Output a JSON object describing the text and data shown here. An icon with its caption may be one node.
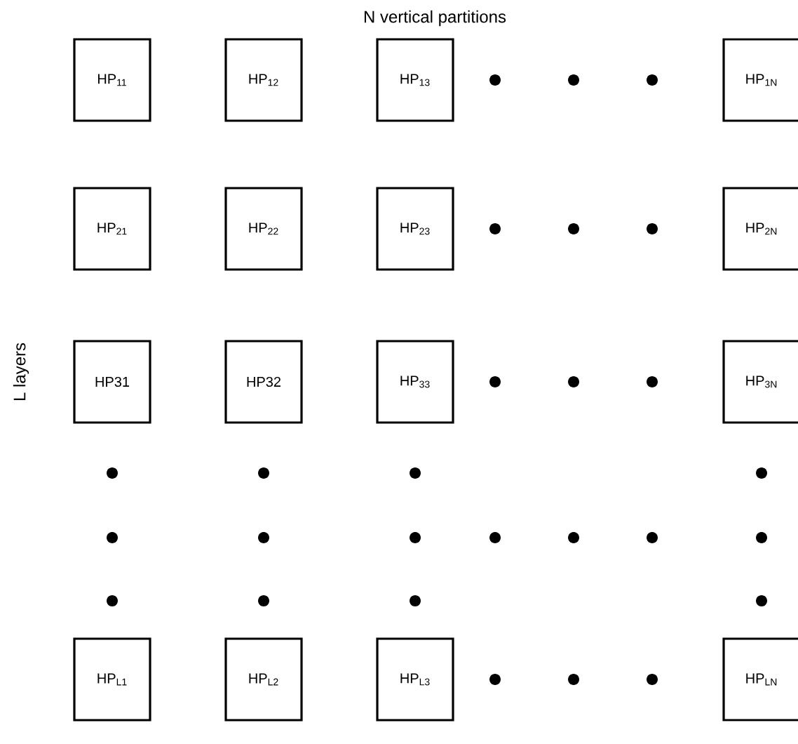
{
  "diagram": {
    "title": "N vertical partitions",
    "nodes": [
      {
        "text": [
          "HP$_{11}$"
        ]
      },
      {
        "text": [
          "HP$_{12}$"
        ]
      },
      {
        "text": [
          "HP$_{13}$"
        ]
      },
      {
        "text": [
          "HP$_{1N}$"
        ]
      },
      {
        "text": [
          "HP$_{21}$"
        ]
      },
      {
        "text": [
          "HP$_{22}$"
        ]
      },
      {
        "text": [
          "HP$_{23}$"
        ]
      },
      {
        "text": [
          "HP$_{2N}$"
        ]
      },
      {
        "text": [
          "HP31"
        ]
      },
      {
        "text": [
          "HP32"
        ]
      },
      {
        "text": [
          "HP$_{33}$"
        ]
      },
      {
        "text": [
          "HP$_{3N}$"
        ]
      },
      {
        "text": [
          "HP$_{L1}$"
        ]
      },
      {
        "text": [
          "HP$_{L2}$"
        ]
      },
      {
        "text": [
          "HP$_{L3}$"
        ]
      },
      {
        "text": [
          "HP$_{LN}$"
        ]
      }
    ],
    "labels": [
      "L layers"
    ]
  }
}
